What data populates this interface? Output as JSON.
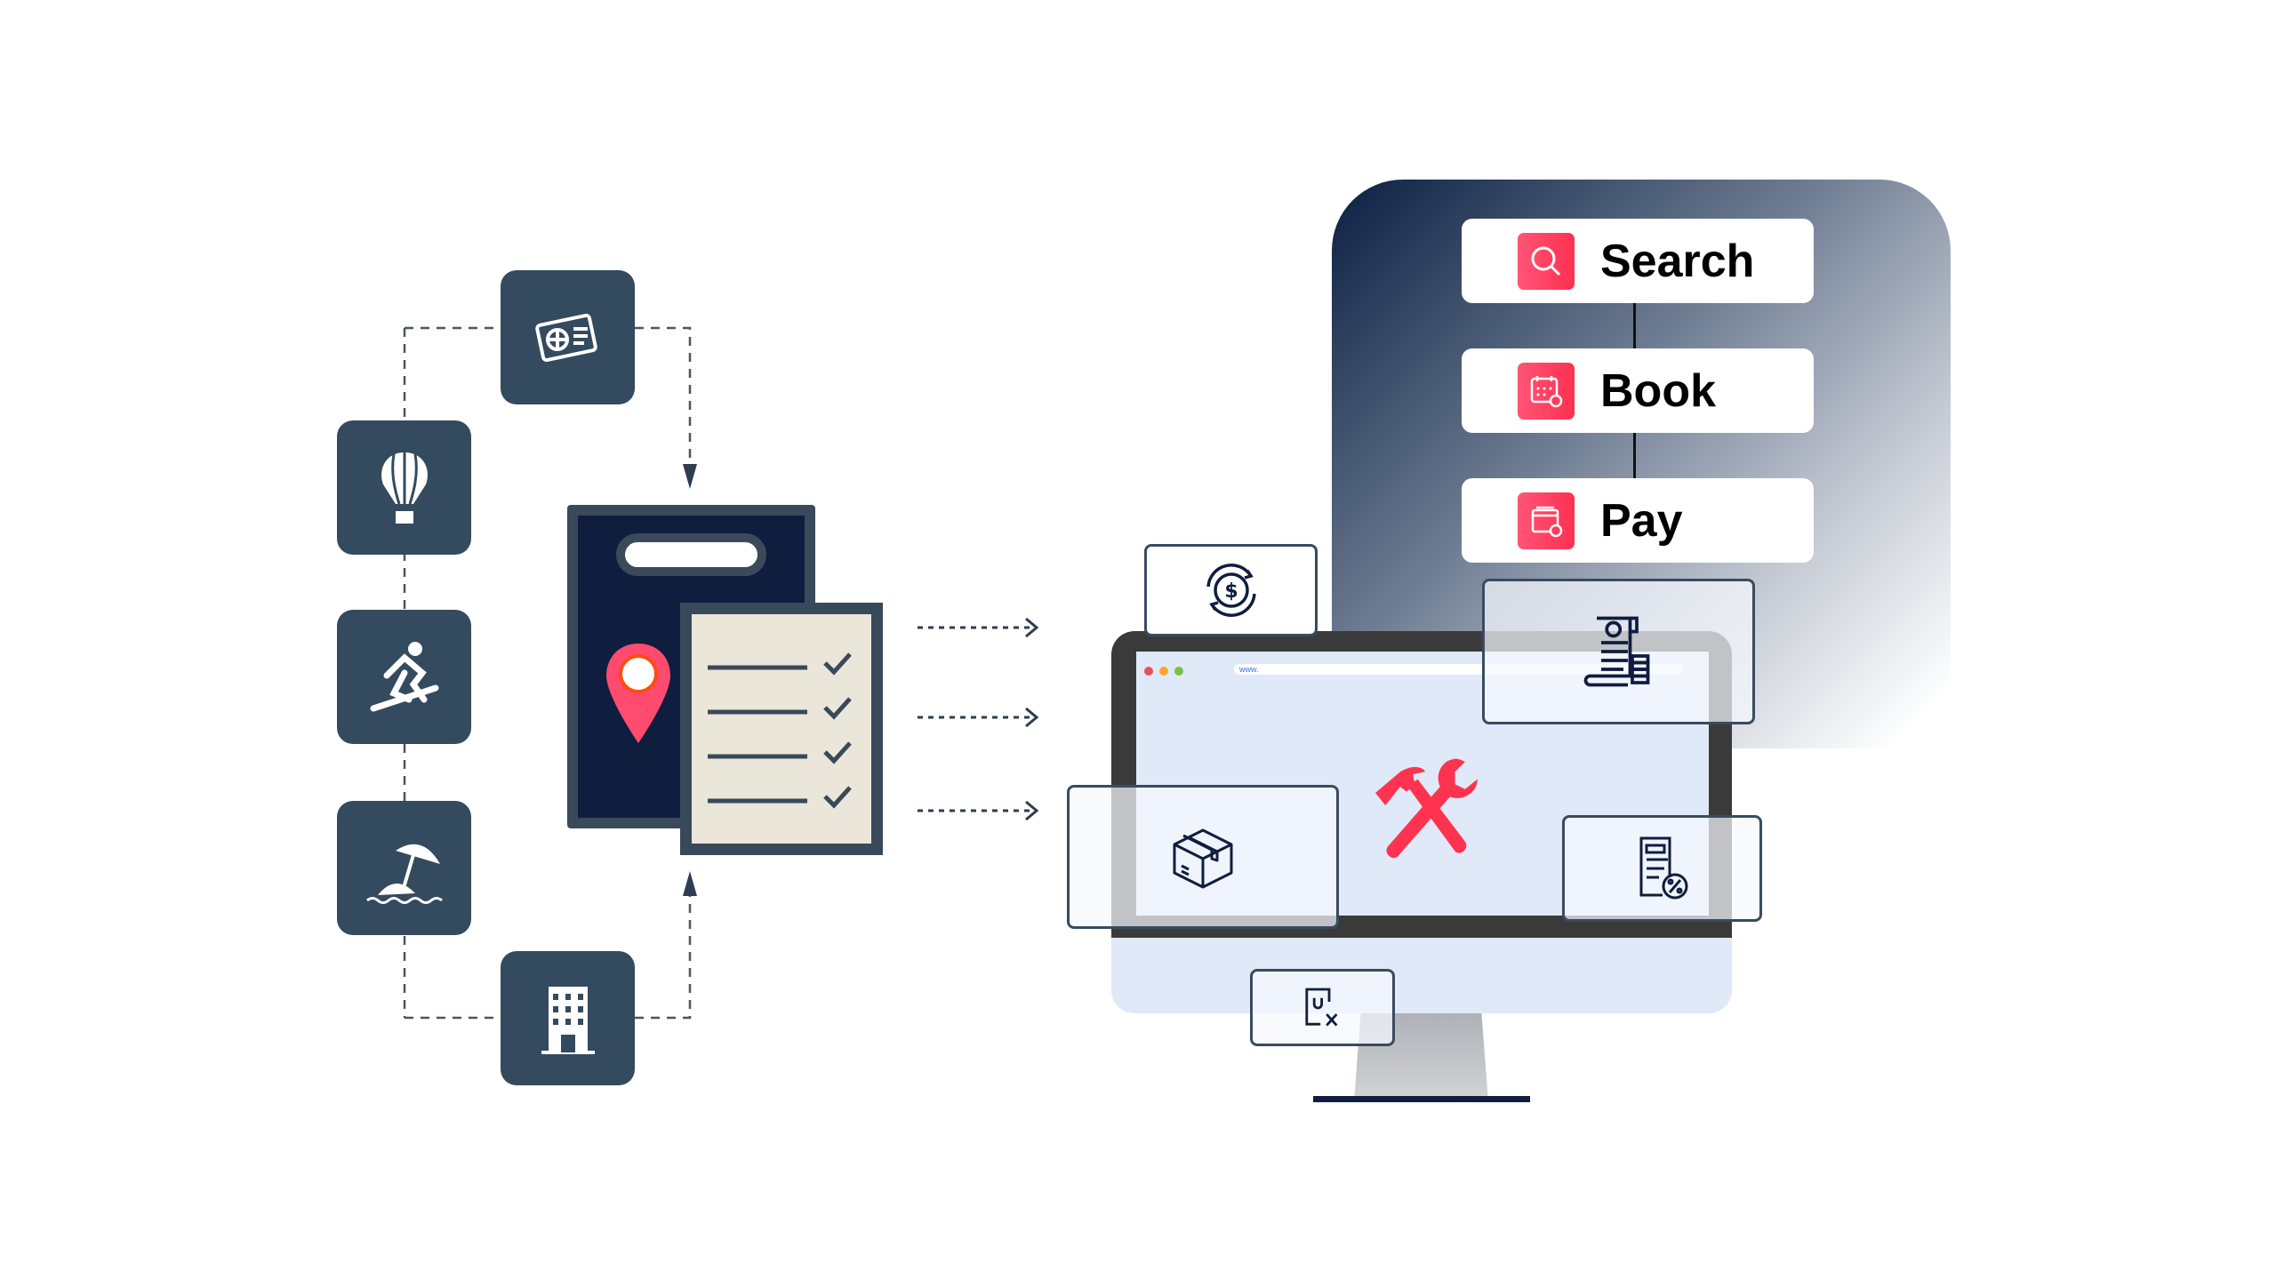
{
  "steps": [
    {
      "label": "Search",
      "icon": "search-icon"
    },
    {
      "label": "Book",
      "icon": "calendar-check-icon"
    },
    {
      "label": "Pay",
      "icon": "wallet-icon"
    }
  ],
  "browser": {
    "url": "www."
  },
  "colors": {
    "tile": "#344a5e",
    "accent": "#ff3050",
    "navy": "#0f1d3e",
    "beige": "#ebe6da",
    "bezel": "#3a3a3a",
    "screen": "#e0e9f7"
  }
}
